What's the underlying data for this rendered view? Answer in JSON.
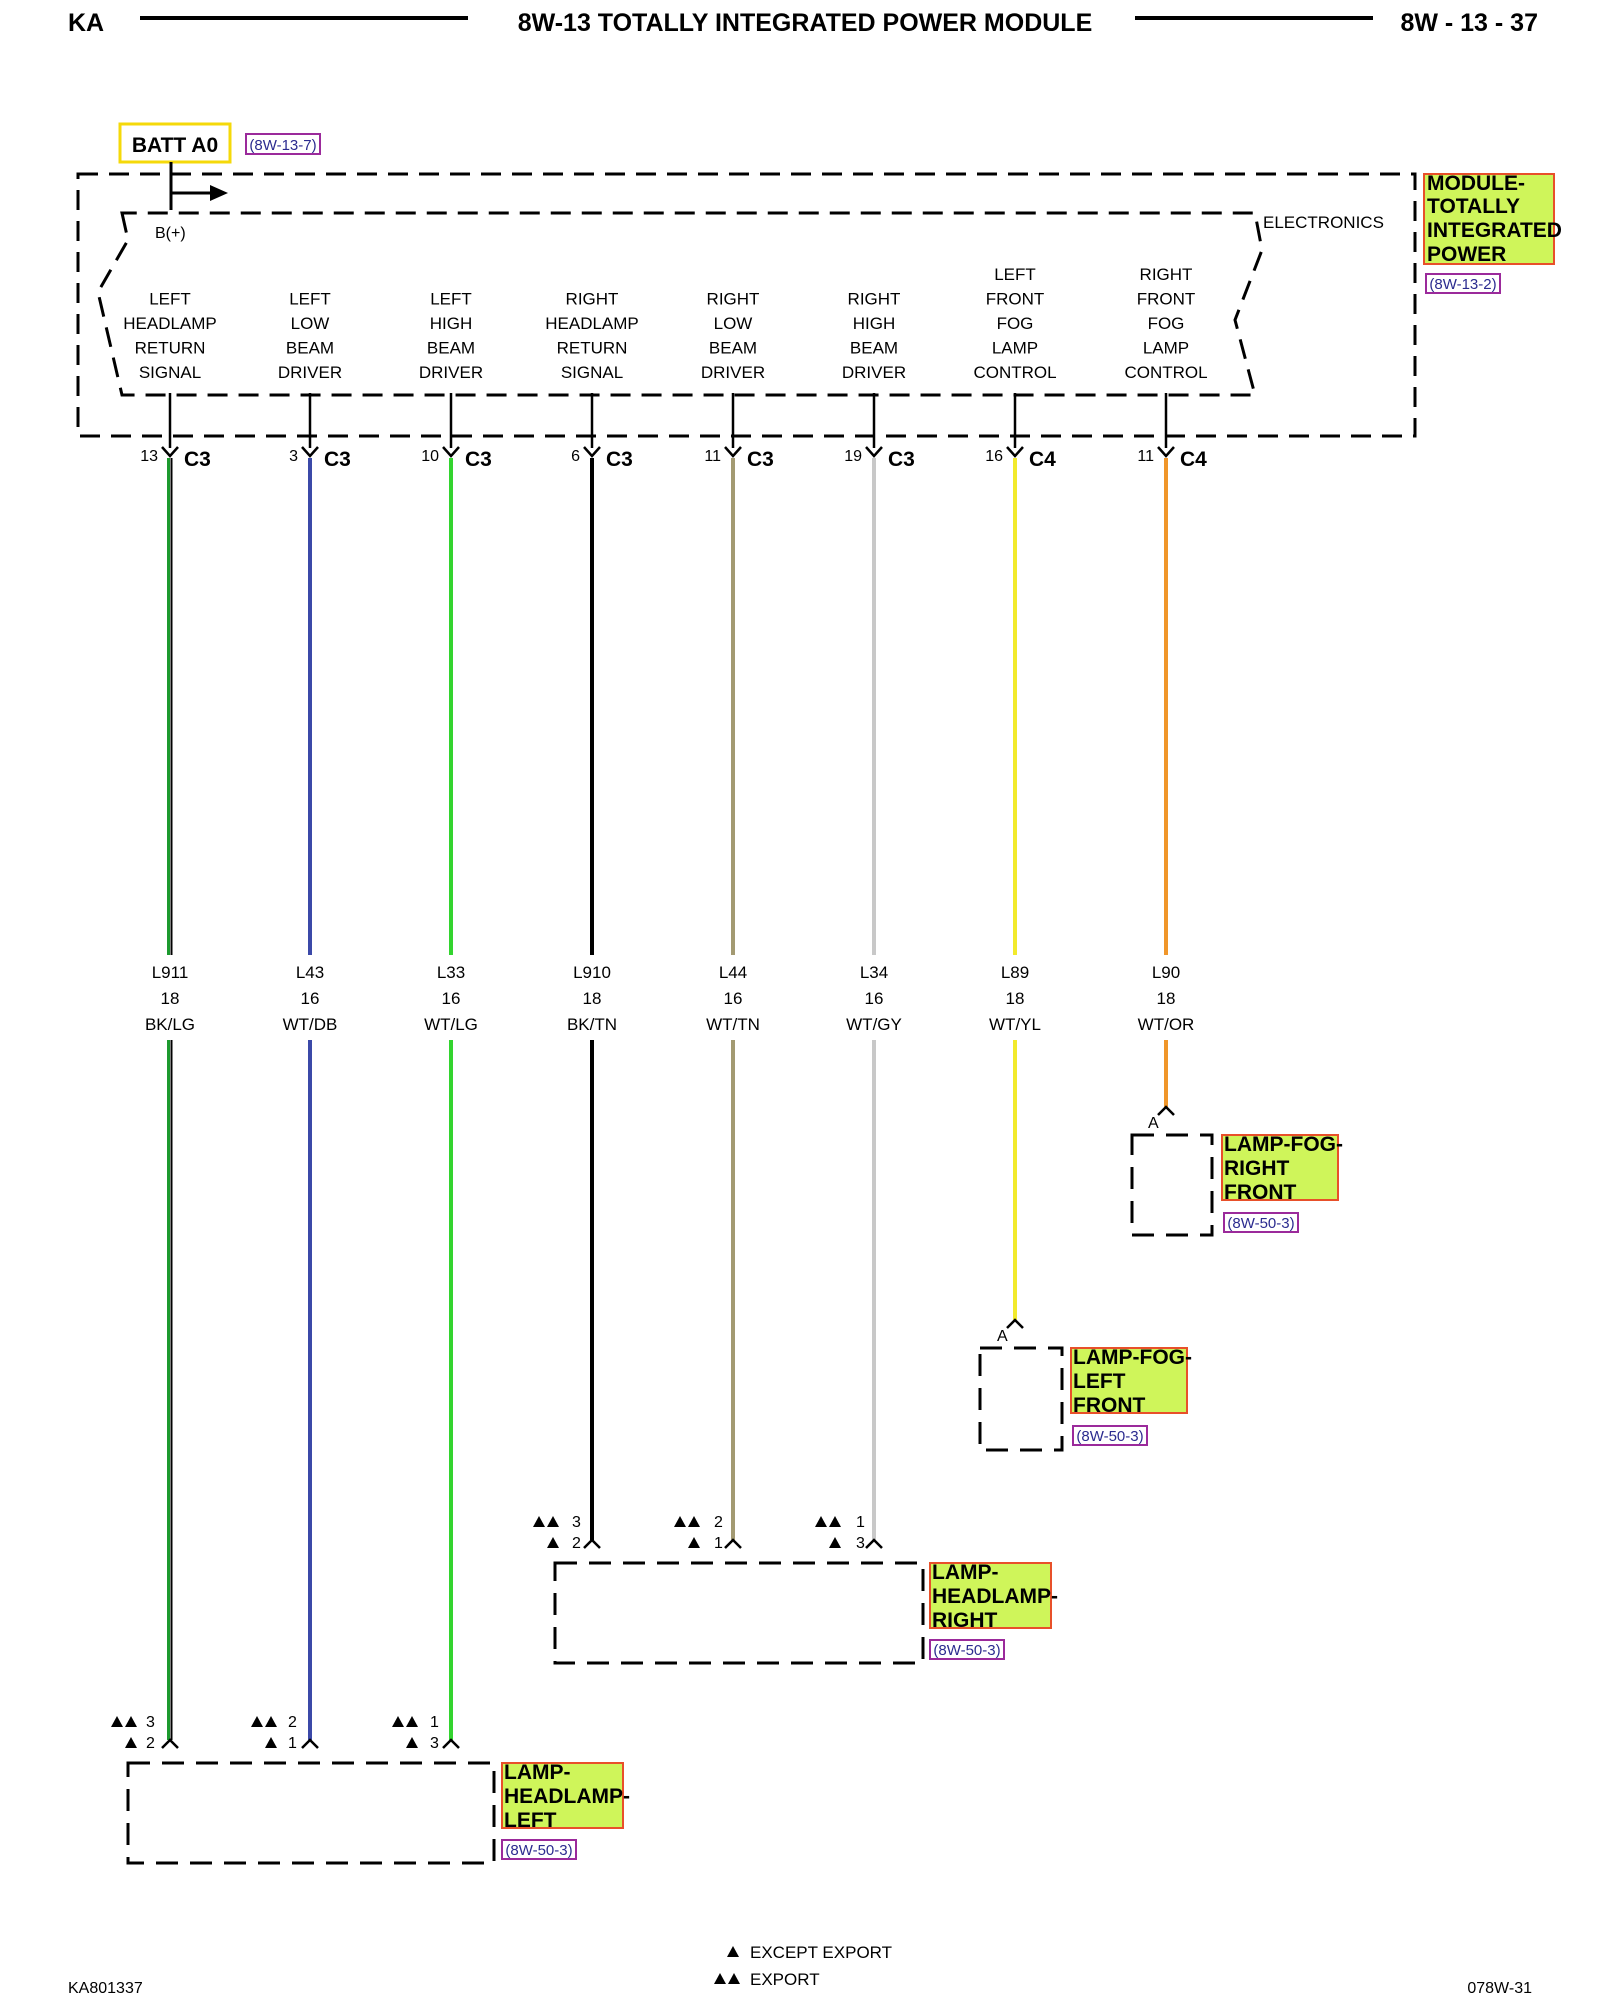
{
  "header": {
    "left": "KA",
    "title": "8W-13 TOTALLY INTEGRATED POWER MODULE",
    "page": "8W - 13 - 37"
  },
  "batt": {
    "label": "BATT A0",
    "ref": "(8W-13-7)",
    "bplus": "B(+)"
  },
  "module": {
    "name": [
      "MODULE-",
      "TOTALLY",
      "INTEGRATED",
      "POWER"
    ],
    "ref": "(8W-13-2)",
    "electronics": "ELECTRONICS"
  },
  "circuits": [
    {
      "signal": [
        "LEFT",
        "HEADLAMP",
        "RETURN",
        "SIGNAL"
      ],
      "pin": "13",
      "connector": "C3",
      "circuit": "L911",
      "gauge": "18",
      "color": "BK/LG",
      "wire": "#1c9a2e",
      "wire2": "#000000"
    },
    {
      "signal": [
        "LEFT",
        "LOW",
        "BEAM",
        "DRIVER"
      ],
      "pin": "3",
      "connector": "C3",
      "circuit": "L43",
      "gauge": "16",
      "color": "WT/DB",
      "wire": "#3b49a8",
      "wire2": ""
    },
    {
      "signal": [
        "LEFT",
        "HIGH",
        "BEAM",
        "DRIVER"
      ],
      "pin": "10",
      "connector": "C3",
      "circuit": "L33",
      "gauge": "16",
      "color": "WT/LG",
      "wire": "#33d42f",
      "wire2": ""
    },
    {
      "signal": [
        "RIGHT",
        "HEADLAMP",
        "RETURN",
        "SIGNAL"
      ],
      "pin": "6",
      "connector": "C3",
      "circuit": "L910",
      "gauge": "18",
      "color": "BK/TN",
      "wire": "#000000",
      "wire2": ""
    },
    {
      "signal": [
        "RIGHT",
        "LOW",
        "BEAM",
        "DRIVER"
      ],
      "pin": "11",
      "connector": "C3",
      "circuit": "L44",
      "gauge": "16",
      "color": "WT/TN",
      "wire": "#a39a72",
      "wire2": ""
    },
    {
      "signal": [
        "RIGHT",
        "HIGH",
        "BEAM",
        "DRIVER"
      ],
      "pin": "19",
      "connector": "C3",
      "circuit": "L34",
      "gauge": "16",
      "color": "WT/GY",
      "wire": "#c8c8c8",
      "wire2": ""
    },
    {
      "signal": [
        "LEFT",
        "FRONT",
        "FOG",
        "LAMP",
        "CONTROL"
      ],
      "pin": "16",
      "connector": "C4",
      "circuit": "L89",
      "gauge": "18",
      "color": "WT/YL",
      "wire": "#f2ea2c",
      "wire2": ""
    },
    {
      "signal": [
        "RIGHT",
        "FRONT",
        "FOG",
        "LAMP",
        "CONTROL"
      ],
      "pin": "11",
      "connector": "C4",
      "circuit": "L90",
      "gauge": "18",
      "color": "WT/OR",
      "wire": "#f0962a",
      "wire2": ""
    }
  ],
  "components": {
    "fog_right": {
      "name": [
        "LAMP-FOG-",
        "RIGHT",
        "FRONT"
      ],
      "ref": "(8W-50-3)",
      "pin": "A"
    },
    "fog_left": {
      "name": [
        "LAMP-FOG-",
        "LEFT",
        "FRONT"
      ],
      "ref": "(8W-50-3)",
      "pin": "A"
    },
    "hl_right": {
      "name": [
        "LAMP-",
        "HEADLAMP-",
        "RIGHT"
      ],
      "ref": "(8W-50-3)",
      "pins": [
        {
          "top": "3",
          "bottom": "2"
        },
        {
          "top": "2",
          "bottom": "1"
        },
        {
          "top": "1",
          "bottom": "3"
        }
      ]
    },
    "hl_left": {
      "name": [
        "LAMP-",
        "HEADLAMP-",
        "LEFT"
      ],
      "ref": "(8W-50-3)",
      "pins": [
        {
          "top": "3",
          "bottom": "2"
        },
        {
          "top": "2",
          "bottom": "1"
        },
        {
          "top": "1",
          "bottom": "3"
        }
      ]
    }
  },
  "legend": {
    "single": "EXCEPT EXPORT",
    "double": "EXPORT"
  },
  "footer": {
    "left": "KA801337",
    "right": "078W-31"
  },
  "colors": {
    "highlight": "#cff55a",
    "highlight_border": "#e8502a",
    "batt_border": "#f5d90a",
    "ref_border": "#9b2a9b"
  }
}
